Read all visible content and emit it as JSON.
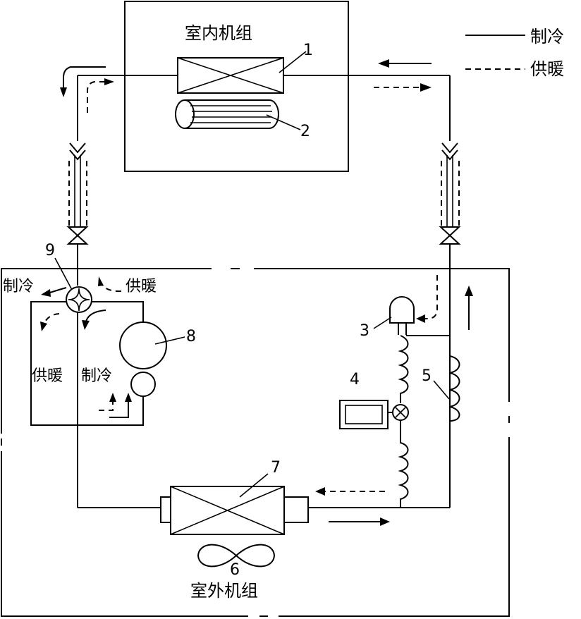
{
  "labels": {
    "indoor_unit": "室内机组",
    "outdoor_unit": "室外机组",
    "legend_cooling": "制冷",
    "legend_heating": "供暖",
    "valve_cooling": "制冷",
    "valve_heating": "供暖",
    "comp_heating": "供暖",
    "comp_cooling": "制冷"
  },
  "callouts": {
    "c1": "1",
    "c2": "2",
    "c3": "3",
    "c4": "4",
    "c5": "5",
    "c6": "6",
    "c7": "7",
    "c8": "8",
    "c9": "9"
  }
}
